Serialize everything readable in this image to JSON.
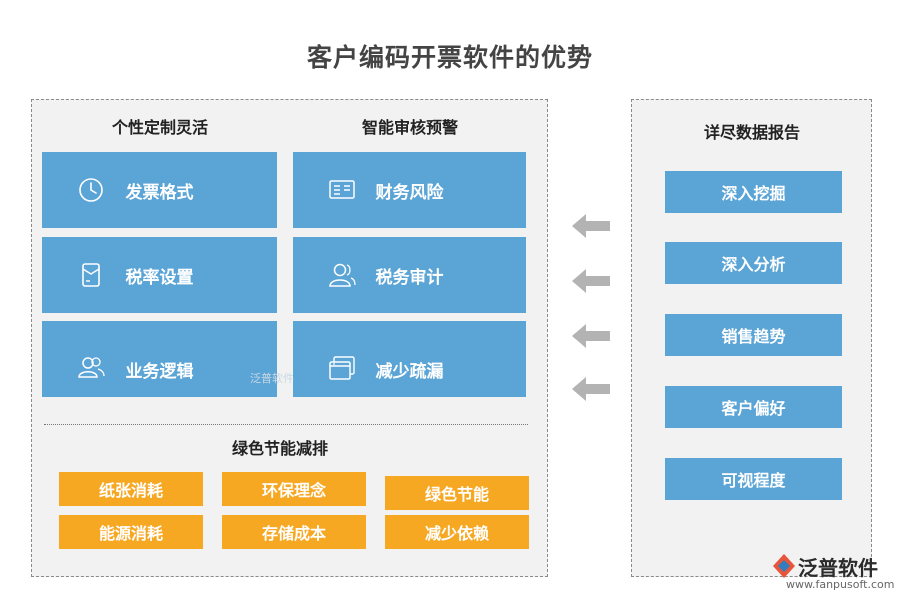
{
  "title": "客户编码开票软件的优势",
  "left": {
    "col1_title": "个性定制灵活",
    "col2_title": "智能审核预警",
    "col1_items": [
      {
        "label": "发票格式",
        "icon": "clock-icon"
      },
      {
        "label": "税率设置",
        "icon": "document-icon"
      },
      {
        "label": "业务逻辑",
        "icon": "users-icon"
      }
    ],
    "col2_items": [
      {
        "label": "财务风险",
        "icon": "card-icon"
      },
      {
        "label": "税务审计",
        "icon": "user-icon"
      },
      {
        "label": "减少疏漏",
        "icon": "windows-icon"
      }
    ],
    "green_title": "绿色节能减排",
    "green_items": [
      "纸张消耗",
      "环保理念",
      "绿色节能",
      "能源消耗",
      "存储成本",
      "减少依赖"
    ]
  },
  "right": {
    "title": "详尽数据报告",
    "items": [
      "深入挖掘",
      "深入分析",
      "销售趋势",
      "客户偏好",
      "可视程度"
    ]
  },
  "watermark": "泛普软件",
  "logo": {
    "name": "泛普软件",
    "url": "www.fanpusoft.com"
  },
  "colors": {
    "blue": "#5ba4d6",
    "orange": "#f7a823",
    "panel": "#f2f2f2",
    "arrow": "#b3b3b3"
  }
}
